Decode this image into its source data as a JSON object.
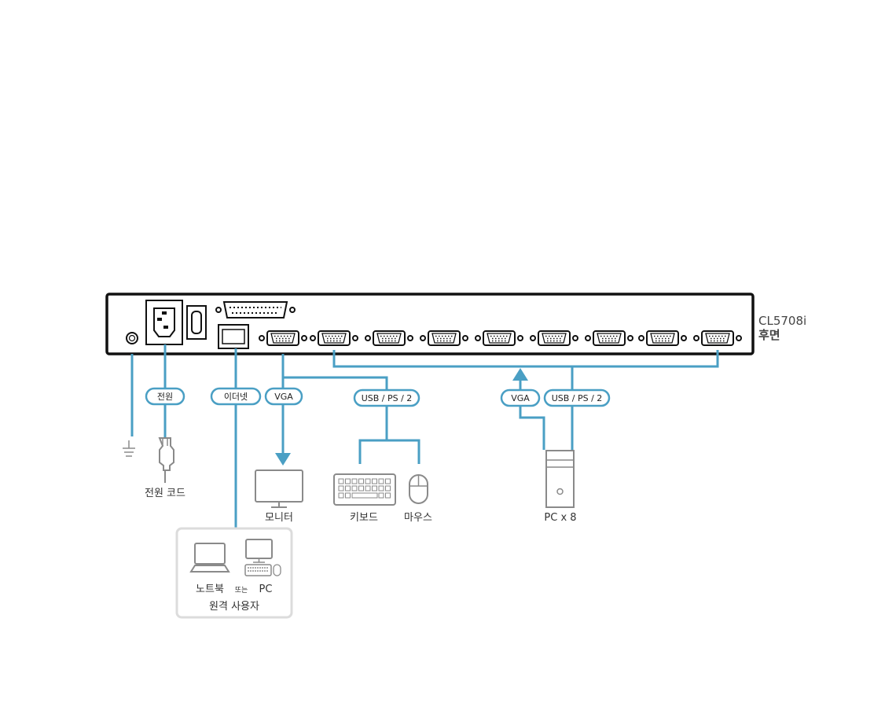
{
  "device": {
    "model": "CL5708i",
    "view": "후면"
  },
  "labels": {
    "power": "전원",
    "ethernet": "이더넷",
    "vga_console": "VGA",
    "usb_console": "USB / PS / 2",
    "vga_pc": "VGA",
    "usb_pc": "USB / PS / 2"
  },
  "devices": {
    "power_cord": "전원 코드",
    "monitor": "모니터",
    "keyboard": "키보드",
    "mouse": "마우스",
    "pc": "PC x 8"
  },
  "remote": {
    "laptop": "노트북",
    "or": "또는",
    "pc": "PC",
    "title": "원격 사용자"
  },
  "colors": {
    "cable": "#4a9fc4",
    "chassis": "#111111",
    "device": "#8a8a8a"
  }
}
